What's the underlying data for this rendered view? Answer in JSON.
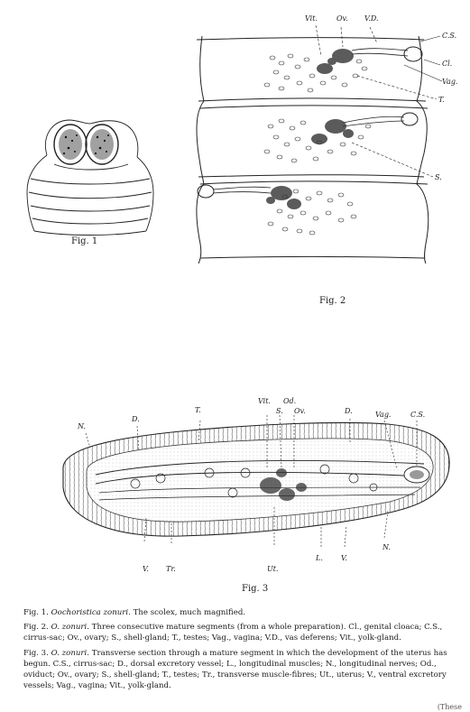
{
  "figures": {
    "fig1": {
      "label": "Fig. 1"
    },
    "fig2": {
      "label": "Fig. 2",
      "labels": {
        "vit": "Vit.",
        "ov": "Ov.",
        "vd": "V.D.",
        "cs": "C.S.",
        "cl": "Cl.",
        "vag": "Vag.",
        "t": "T.",
        "s": "S."
      }
    },
    "fig3": {
      "label": "Fig. 3",
      "labels": {
        "n_top": "N.",
        "d_left": "D.",
        "t": "T.",
        "vit": "Vit.",
        "od": "Od.",
        "s": "S.",
        "ov": "Ov.",
        "d_right": "D.",
        "vag": "Vag.",
        "cs": "C.S.",
        "v_left": "V.",
        "tr": "Tr.",
        "ut": "Ut.",
        "l": "L.",
        "v_right": "V.",
        "n_bottom": "N."
      }
    }
  },
  "captions": [
    {
      "prefix": "Fig. 1.",
      "species": "Oochoristica zonuri.",
      "text": "The scolex, much magnified."
    },
    {
      "prefix": "Fig. 2.",
      "species": "O. zonuri.",
      "text": "Three consecutive mature segments (from a whole preparation). Cl., genital cloaca; C.S., cirrus-sac; Ov., ovary; S., shell-gland; T., testes; Vag., vagina; V.D., vas deferens; Vit., yolk-gland."
    },
    {
      "prefix": "Fig. 3.",
      "species": "O. zonuri.",
      "text": "Transverse section through a mature segment in which the development of the uterus has begun. C.S., cirrus-sac; D., dorsal excretory vessel; L., longitudinal muscles; N., longitudinal nerves; Od., oviduct; Ov., ovary; S., shell-gland; T., testes; Tr., transverse muscle-fibres; Ut., uterus; V., ventral excretory vessels; Vag., vagina; Vit., yolk-gland."
    }
  ],
  "page_cut_text": "(These"
}
